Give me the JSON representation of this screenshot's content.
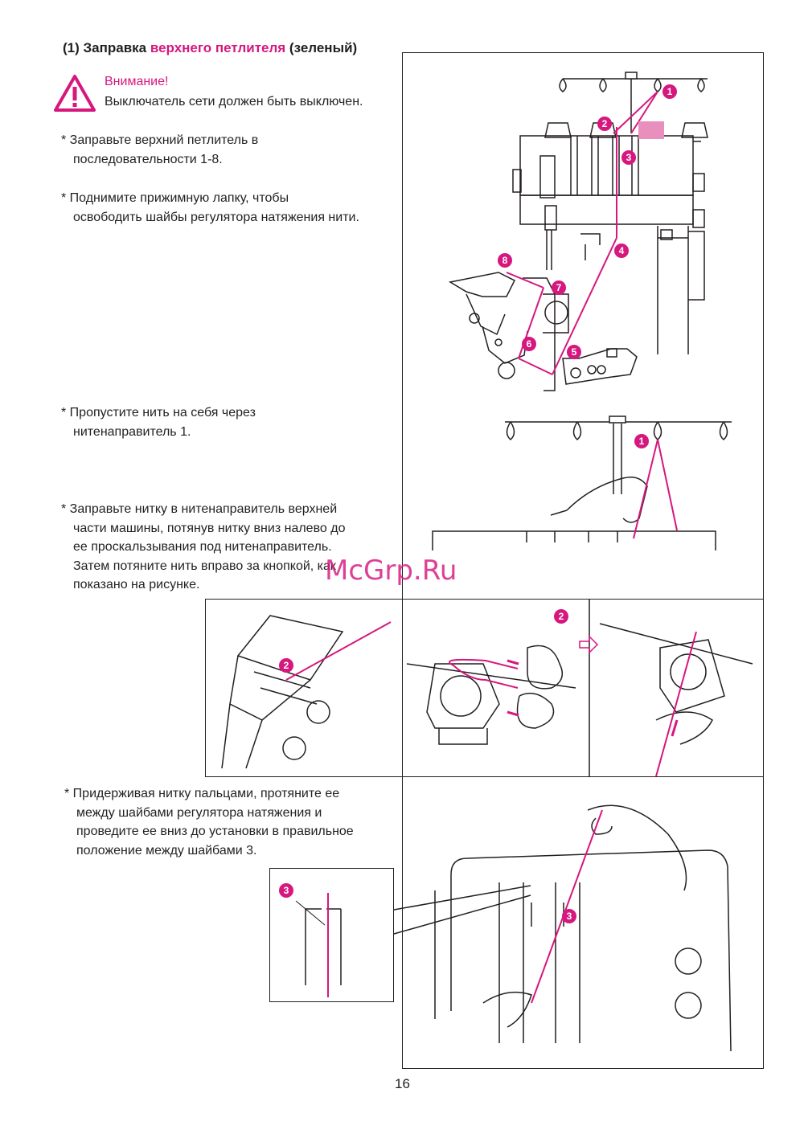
{
  "title": {
    "prefix": "(1) Заправка ",
    "highlight": "верхнего петлителя",
    "suffix": " (зеленый)"
  },
  "warning": {
    "icon": "warning-triangle-icon",
    "heading": "Внимание!",
    "text": "Выключатель сети должен быть выключен."
  },
  "instructions": [
    {
      "lines": [
        "* Заправьте верхний петлитель в",
        "последовательности 1-8."
      ]
    },
    {
      "lines": [
        "* Поднимите прижимную лапку, чтобы",
        "освободить шайбы регулятора натяжения нити."
      ]
    },
    {
      "lines": [
        "* Пропустите нить на себя через",
        "нитенаправитель 1."
      ]
    },
    {
      "lines": [
        "* Заправьте нитку в нитенаправитель верхней",
        "части машины, потянув нитку вниз налево до",
        "ее проскальзывания под нитенаправитель.",
        "Затем потяните нить вправо за кнопкой, как",
        "показано на рисунке."
      ]
    },
    {
      "lines": [
        "* Придерживая нитку пальцами, протяните ее",
        "между шайбами регулятора натяжения и",
        "проведите ее вниз до установки в правильное",
        "положение между шайбами 3."
      ]
    }
  ],
  "markers": {
    "main": [
      "1",
      "2",
      "3",
      "4",
      "5",
      "6",
      "7",
      "8"
    ],
    "spool": "1",
    "tension_left": "2",
    "tension_right": "2",
    "final": "3",
    "inset": "3"
  },
  "watermark": "McGrp.Ru",
  "page_number": "16",
  "colors": {
    "accent": "#d6177e",
    "text": "#231f20"
  }
}
